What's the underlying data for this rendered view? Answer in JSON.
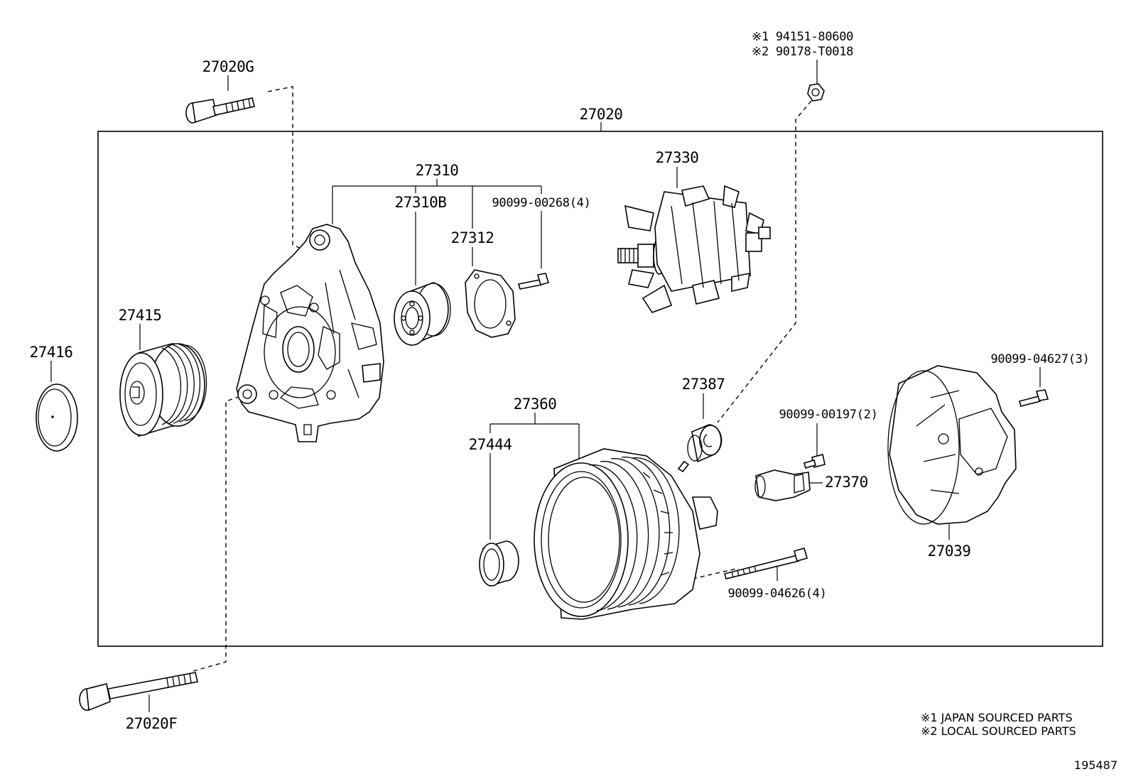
{
  "diagram": {
    "part_numbers": {
      "assembly": "27020",
      "bolt_top": "27020G",
      "bolt_bottom": "27020F",
      "frame_assy": "27310",
      "bearing": "27310B",
      "retainer": "27312",
      "retainer_screw": "90099-00268(4)",
      "rotor": "27330",
      "pulley": "27415",
      "pulley_cap": "27416",
      "stator_frame": "27360",
      "bushing": "27444",
      "insulator": "27387",
      "nut_jp": "※1 94151-80600",
      "nut_local": "※2 90178-T0018",
      "end_cover": "27039",
      "cover_screw": "90099-04627(3)",
      "brush_screw": "90099-00197(2)",
      "brush_holder": "27370",
      "through_bolt": "90099-04626(4)"
    },
    "notes": [
      "※1 JAPAN SOURCED PARTS",
      "※2 LOCAL SOURCED PARTS"
    ],
    "diagram_id": "195487"
  }
}
